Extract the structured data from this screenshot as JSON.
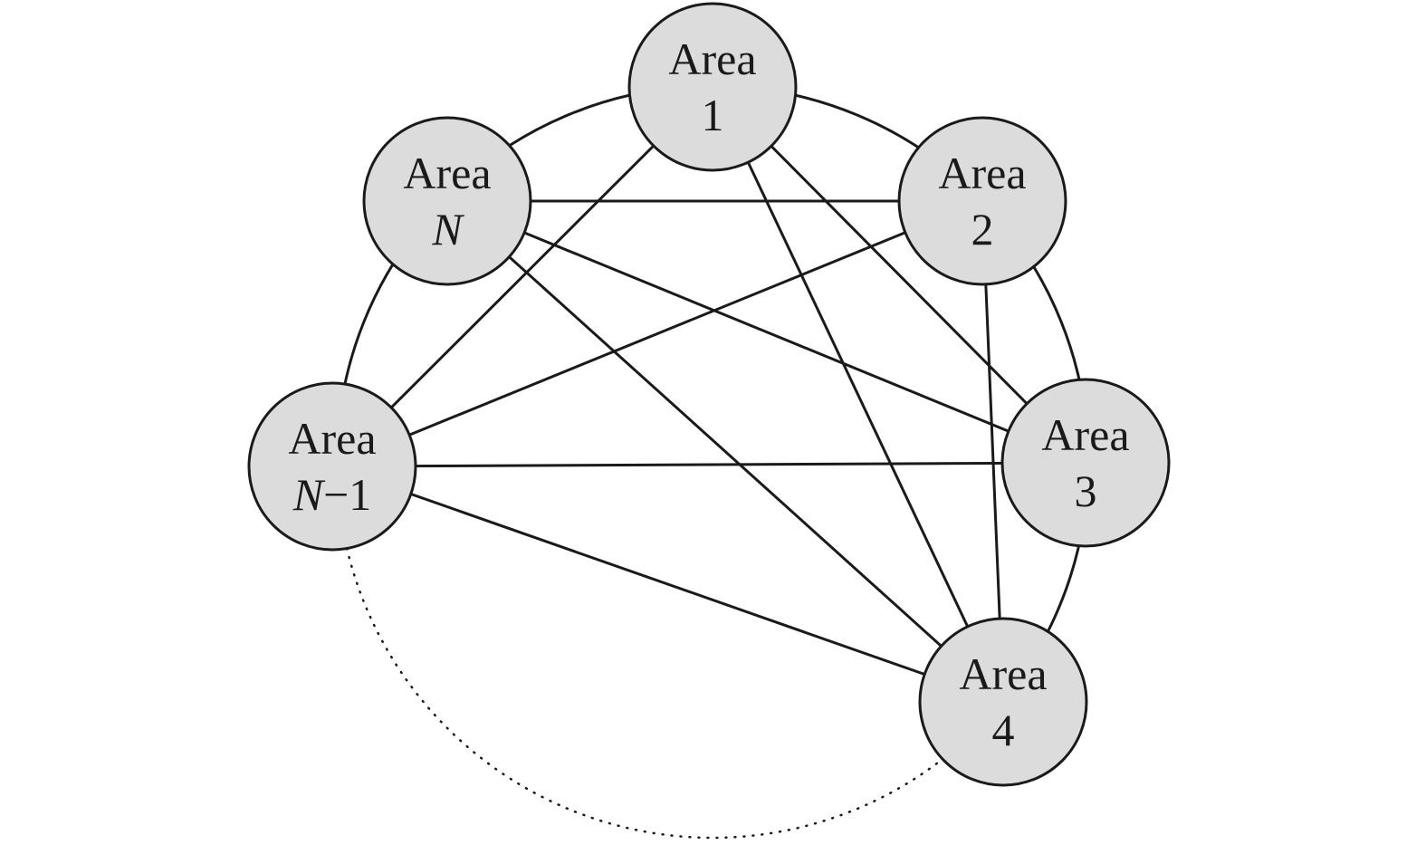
{
  "diagram": {
    "nodes": [
      {
        "id": "area-1",
        "line1": "Area",
        "line2_italic": "",
        "line2": "1"
      },
      {
        "id": "area-2",
        "line1": "Area",
        "line2_italic": "",
        "line2": "2"
      },
      {
        "id": "area-3",
        "line1": "Area",
        "line2_italic": "",
        "line2": "3"
      },
      {
        "id": "area-4",
        "line1": "Area",
        "line2_italic": "",
        "line2": "4"
      },
      {
        "id": "area-n-1",
        "line1": "Area",
        "line2_italic": "N",
        "line2": "−1"
      },
      {
        "id": "area-n",
        "line1": "Area",
        "line2_italic": "N",
        "line2": ""
      }
    ],
    "ring_edges": [
      [
        "area-1",
        "area-2"
      ],
      [
        "area-2",
        "area-3"
      ],
      [
        "area-3",
        "area-4"
      ],
      [
        "area-n-1",
        "area-n"
      ],
      [
        "area-n",
        "area-1"
      ]
    ],
    "dotted_ring_edges": [
      [
        "area-4",
        "area-n-1"
      ]
    ],
    "chord_edges": [
      [
        "area-n",
        "area-2"
      ],
      [
        "area-n",
        "area-3"
      ],
      [
        "area-n",
        "area-4"
      ],
      [
        "area-1",
        "area-n-1"
      ],
      [
        "area-1",
        "area-4"
      ],
      [
        "area-1",
        "area-3"
      ],
      [
        "area-2",
        "area-n-1"
      ],
      [
        "area-2",
        "area-4"
      ],
      [
        "area-n-1",
        "area-3"
      ],
      [
        "area-n-1",
        "area-4"
      ]
    ],
    "colors": {
      "node_fill": "#dcdcdc",
      "stroke": "#1a1a1a"
    }
  }
}
